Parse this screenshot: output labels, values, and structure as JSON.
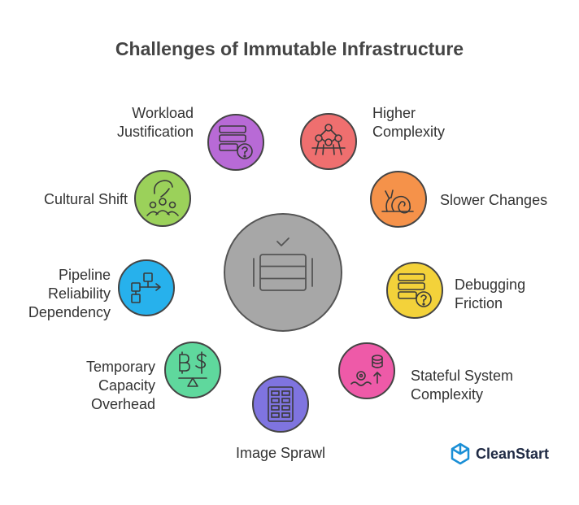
{
  "title": "Challenges of Immutable Infrastructure",
  "brand": {
    "name": "CleanStart",
    "accent": "#1b8fd6"
  },
  "hub": {
    "color": "#a7a7a7",
    "icon": "server-check-icon"
  },
  "items": [
    {
      "id": "workload",
      "lines": [
        "Workload",
        "Justification"
      ],
      "color": "#b86ad6",
      "icon": "server-question-icon"
    },
    {
      "id": "complexity",
      "lines": [
        "Higher",
        "Complexity"
      ],
      "color": "#ef6f6f",
      "icon": "network-nodes-icon"
    },
    {
      "id": "cultural",
      "lines": [
        "Cultural Shift"
      ],
      "color": "#9bd15a",
      "icon": "team-cycle-icon"
    },
    {
      "id": "slower",
      "lines": [
        "Slower Changes"
      ],
      "color": "#f5924a",
      "icon": "snail-icon"
    },
    {
      "id": "pipeline",
      "lines": [
        "Pipeline",
        "Reliability",
        "Dependency"
      ],
      "color": "#27b1ec",
      "icon": "pipeline-flow-icon"
    },
    {
      "id": "debugging",
      "lines": [
        "Debugging",
        "Friction"
      ],
      "color": "#f3d23a",
      "icon": "server-question-icon"
    },
    {
      "id": "temporary",
      "lines": [
        "Temporary",
        "Capacity",
        "Overhead"
      ],
      "color": "#5fd89d",
      "icon": "currency-balance-icon"
    },
    {
      "id": "stateful",
      "lines": [
        "Stateful System",
        "Complexity"
      ],
      "color": "#ee5aa8",
      "icon": "database-growth-icon"
    },
    {
      "id": "sprawl",
      "lines": [
        "Image Sprawl"
      ],
      "color": "#7f74e0",
      "icon": "storage-grid-icon"
    }
  ]
}
